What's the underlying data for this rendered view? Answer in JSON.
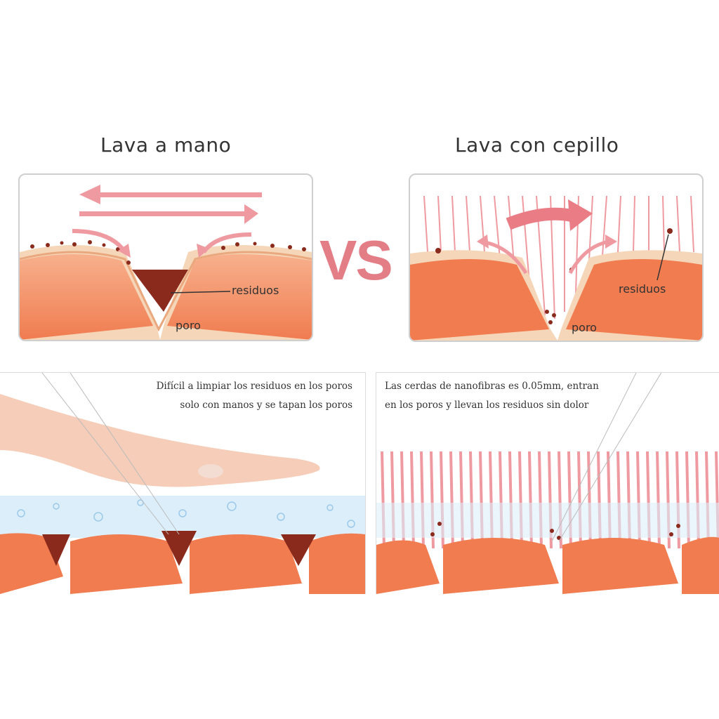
{
  "left": {
    "title": "Lava a mano",
    "residue_label": "residuos",
    "pore_label": "poro",
    "caption_line1": "Difícil a limpiar los residuos en los poros",
    "caption_line2": "solo con manos y se tapan los poros"
  },
  "vs_label": "VS",
  "right": {
    "title": "Lava con cepillo",
    "residue_label": "residuos",
    "pore_label": "poro",
    "caption_line1": "Las cerdas de nanofibras es 0.05mm, entran",
    "caption_line2": "en los poros y llevan los residuos sin dolor"
  },
  "colors": {
    "skin": "#f28b62",
    "skin_light": "#f7b08c",
    "cream": "#f6d6b8",
    "residue": "#8a2a1c",
    "accent": "#e37d86"
  }
}
